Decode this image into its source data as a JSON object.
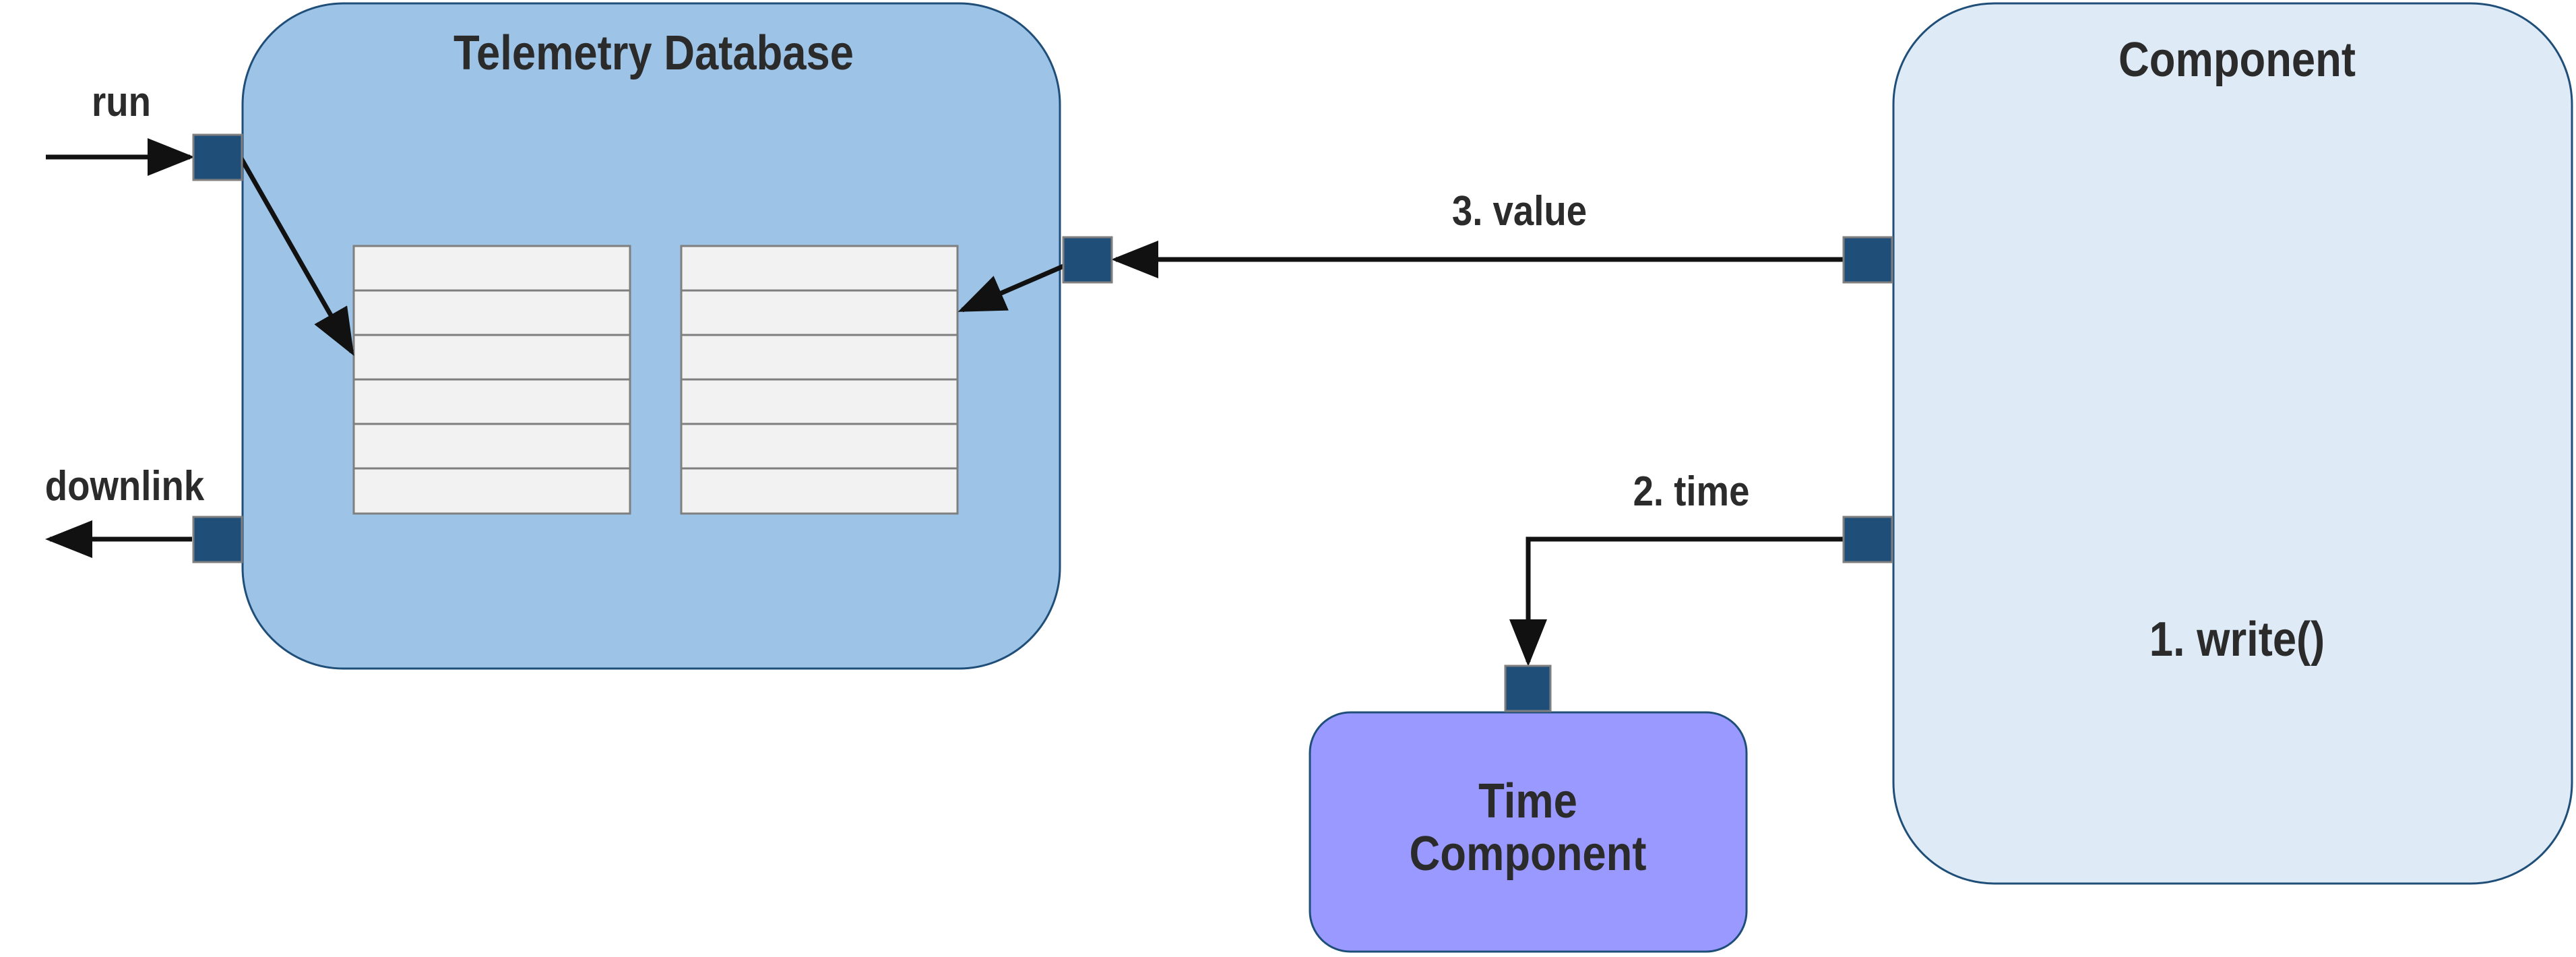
{
  "nodes": {
    "telemetry_db": {
      "title": "Telemetry Database",
      "fill": "#9dc3e6"
    },
    "component": {
      "title": "Component",
      "method_label": "1. write()",
      "fill": "#deebf7"
    },
    "time_component": {
      "title_line1": "Time",
      "title_line2": "Component",
      "fill": "#9999ff"
    }
  },
  "edges": {
    "run": "run",
    "downlink": "downlink",
    "value": "3. value",
    "time": "2. time"
  },
  "colors": {
    "port": "#1f4e79",
    "table_cell": "#f2f2f2",
    "line": "#111111"
  },
  "table_rows": 6
}
